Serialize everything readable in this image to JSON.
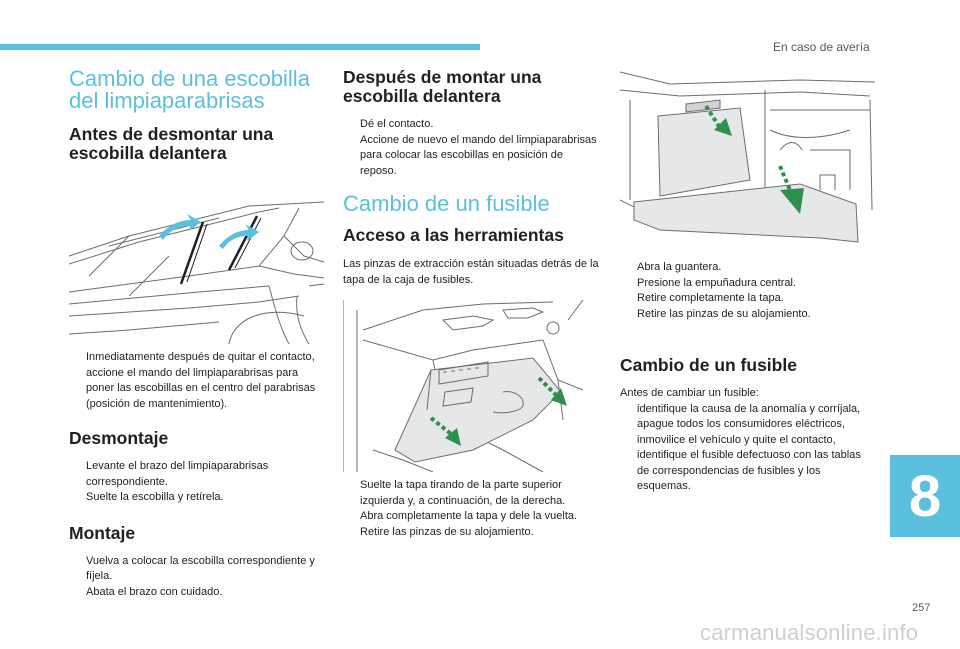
{
  "header": {
    "section_title": "En caso de avería"
  },
  "footer": {
    "page_number": "257",
    "chapter_number": "8",
    "watermark": "carmanualsonline.info"
  },
  "bullet_mark": "",
  "col1": {
    "title": "Cambio de una escobilla del limpiaparabrisas",
    "subtitle": "Antes de desmontar una escobilla delantera",
    "before_items": [
      "Inmediatamente después de quitar el contacto, accione el mando del limpiaparabrisas para poner las escobillas en el centro del parabrisas (posición de mantenimiento)."
    ],
    "removal_title": "Desmontaje",
    "removal_items": [
      "Levante el brazo del limpiaparabrisas correspondiente.",
      "Suelte la escobilla y retírela."
    ],
    "fitting_title": "Montaje",
    "fitting_items": [
      "Vuelva a colocar la escobilla correspondiente y fíjela.",
      "Abata el brazo con cuidado."
    ]
  },
  "col2": {
    "after_title": "Después de montar una escobilla delantera",
    "after_items": [
      "Dé el contacto.",
      "Accione de nuevo el mando del limpiaparabrisas para colocar las escobillas en posición de reposo."
    ],
    "fuse_title": "Cambio de un fusible",
    "tools_title": "Acceso a las herramientas",
    "tools_text": "Las pinzas de extracción están situadas detrás de la tapa de la caja de fusibles.",
    "tools_items": [
      "Suelte la tapa tirando de la parte superior izquierda y, a continuación, de la derecha.",
      "Abra completamente la tapa y dele la vuelta.",
      "Retire las pinzas de su alojamiento."
    ]
  },
  "col3": {
    "glovebox_items": [
      "Abra la guantera.",
      "Presione la empuñadura central.",
      "Retire completamente la tapa.",
      "Retire las pinzas de su alojamiento."
    ],
    "change_title": "Cambio de un fusible",
    "change_text": "Antes de cambiar un fusible:",
    "change_items": [
      "identifique la causa de la anomalía y corríjala,",
      "apague todos los consumidores eléctricos,",
      "inmovilice el vehículo y quite el contacto,",
      "identifique el fusible defectuoso con las tablas de correspondencias de fusibles y los esquemas."
    ]
  },
  "colors": {
    "accent": "#5bc0de",
    "text": "#231f20",
    "arrow_green": "#2f8f4e",
    "line": "#6d6e71"
  }
}
